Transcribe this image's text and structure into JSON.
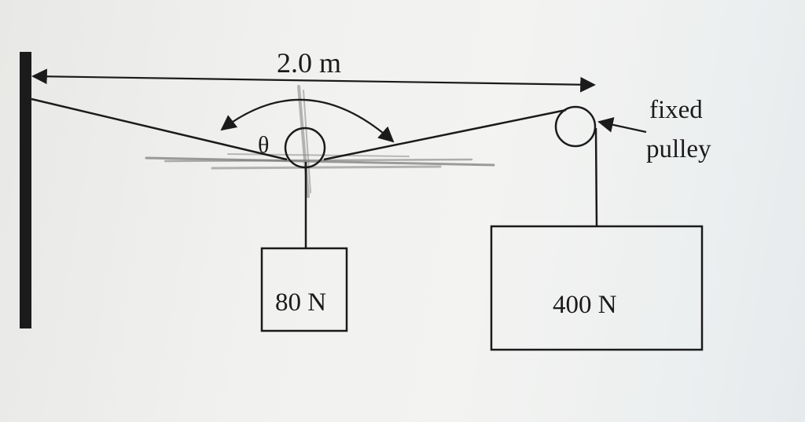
{
  "distance_label": "2.0 m",
  "angle_label": "θ",
  "pulley_label": {
    "line1": "fixed",
    "line2": "pulley"
  },
  "small_weight_label": "80 N",
  "large_weight_label": "400 N",
  "colors": {
    "ink": "#1b1b1b",
    "pencil": "#7a7a7a",
    "paper": "#f1f1ef"
  }
}
